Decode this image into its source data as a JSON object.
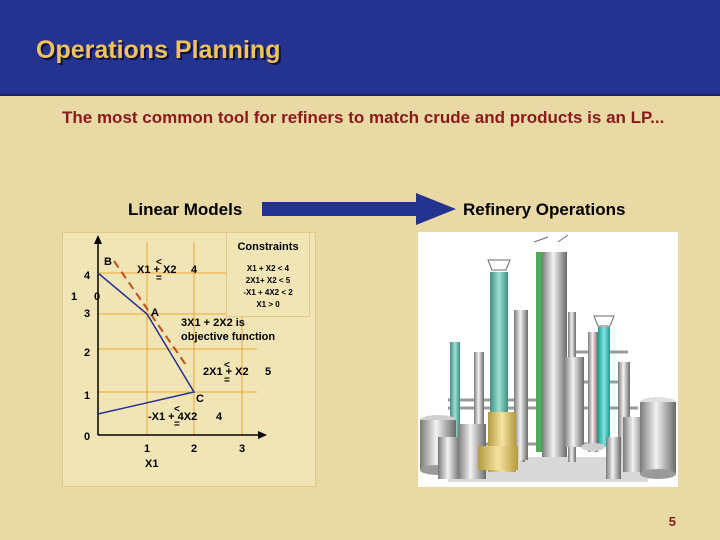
{
  "slide": {
    "title": "Operations Planning",
    "subtitle": "The most common tool for refiners to match crude and products is an LP...",
    "page_number": "5"
  },
  "flow": {
    "left_label": "Linear Models",
    "right_label": "Refinery Operations"
  },
  "constraints_box": {
    "title": "Constraints",
    "items": [
      "X1 + X2 < 4",
      "2X1+ X2 < 5",
      "-X1 + 4X2 < 2",
      "X1 > 0"
    ]
  },
  "graph": {
    "y_ticks": [
      "4",
      "3",
      "2",
      "1",
      "0"
    ],
    "x_ticks": [
      "1",
      "2",
      "3"
    ],
    "x_axis_label": "X1",
    "stray_1": "1",
    "stray_0": "0",
    "points": {
      "b": "B",
      "a": "A",
      "c": "C"
    },
    "eq1": "X1 + X2",
    "eq1_rhs": "4",
    "eq2": "2X1 + X2",
    "eq2_rhs": "5",
    "eq3": "-X1 + 4X2",
    "eq3_rhs": "4",
    "objective_line1": "3X1 + 2X2 is",
    "objective_line2": "objective function",
    "le_symbol": "<",
    "eq_symbol": "="
  },
  "colors": {
    "header_bg": "#24338f",
    "title": "#f2c35a",
    "subtitle": "#8b1a1a",
    "arrow": "#24338f",
    "grid": "#f0a830",
    "constraint_line": "#24338f",
    "objective_line": "#c0501a",
    "background": "#e8d9a5"
  },
  "icons": [
    "right-arrow-icon",
    "refinery-illustration"
  ]
}
